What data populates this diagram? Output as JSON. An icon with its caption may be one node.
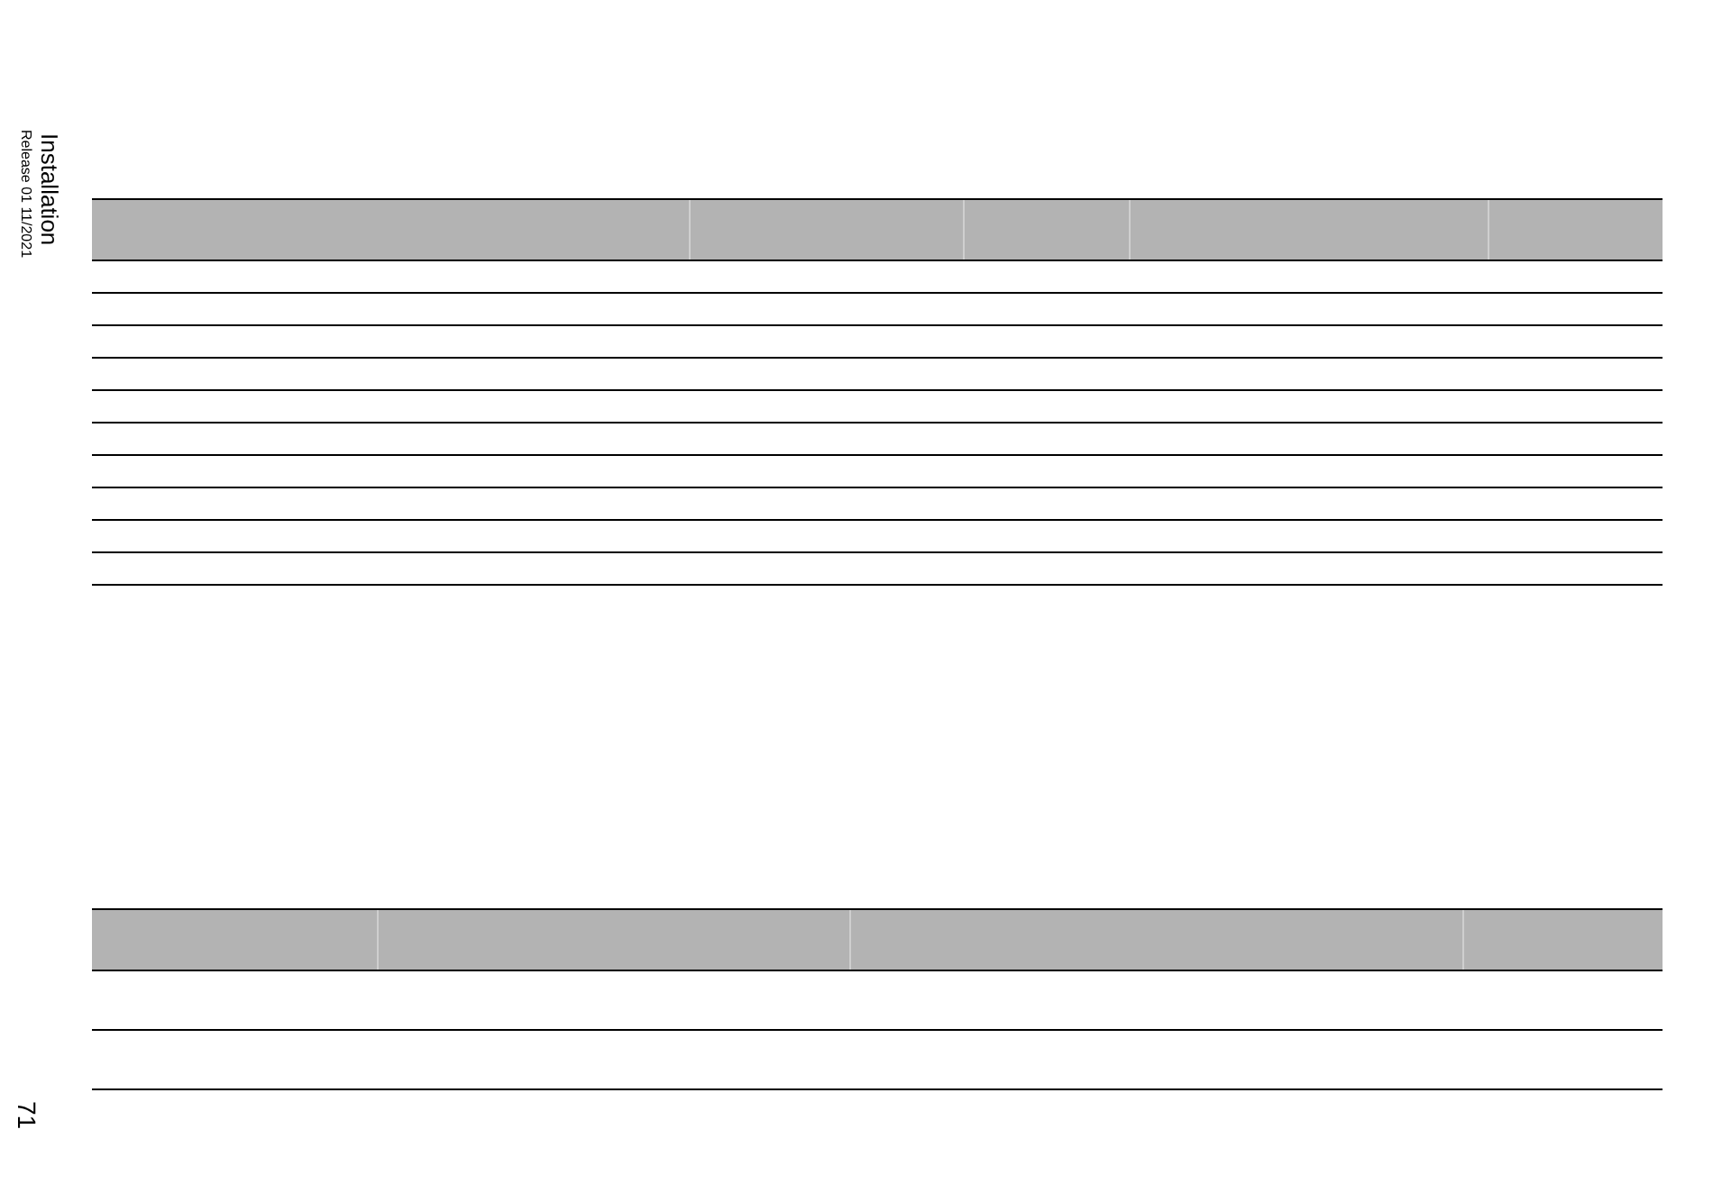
{
  "diagram": {
    "labels": [
      "Installation",
      "Release 01 11/2021",
      "71"
    ]
  }
}
